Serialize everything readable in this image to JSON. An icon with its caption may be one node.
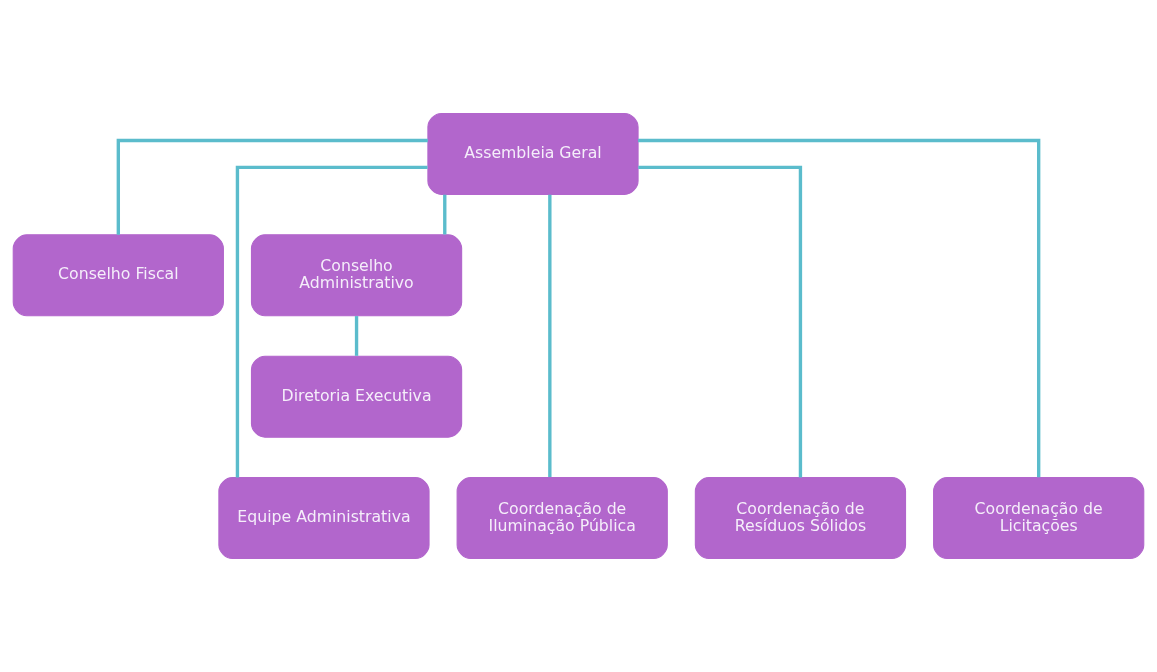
{
  "diagram": {
    "nodes": [
      {
        "text": [
          "Assembleia Geral"
        ]
      },
      {
        "text": [
          "Conselho Fiscal"
        ]
      },
      {
        "text": [
          "Conselho Administrativo"
        ]
      },
      {
        "text": [
          "Diretoria Executiva"
        ]
      },
      {
        "text": [
          "Equipe Administrativa"
        ]
      },
      {
        "text": [
          "Coordenação de Iluminação Pública"
        ]
      },
      {
        "text": [
          "Coordenação de Resíduos Sólidos"
        ]
      },
      {
        "text": [
          "Coordenação de Licitações"
        ]
      }
    ],
    "edges": [
      {
        "from": 0,
        "to": 1,
        "arrow": "none"
      },
      {
        "from": 0,
        "to": 2,
        "arrow": "none"
      },
      {
        "from": 2,
        "to": 3,
        "arrow": "none"
      },
      {
        "from": 0,
        "to": 4,
        "arrow": "none"
      },
      {
        "from": 0,
        "to": 5,
        "arrow": "none"
      },
      {
        "from": 0,
        "to": 6,
        "arrow": "none"
      },
      {
        "from": 0,
        "to": 7,
        "arrow": "none"
      }
    ]
  }
}
